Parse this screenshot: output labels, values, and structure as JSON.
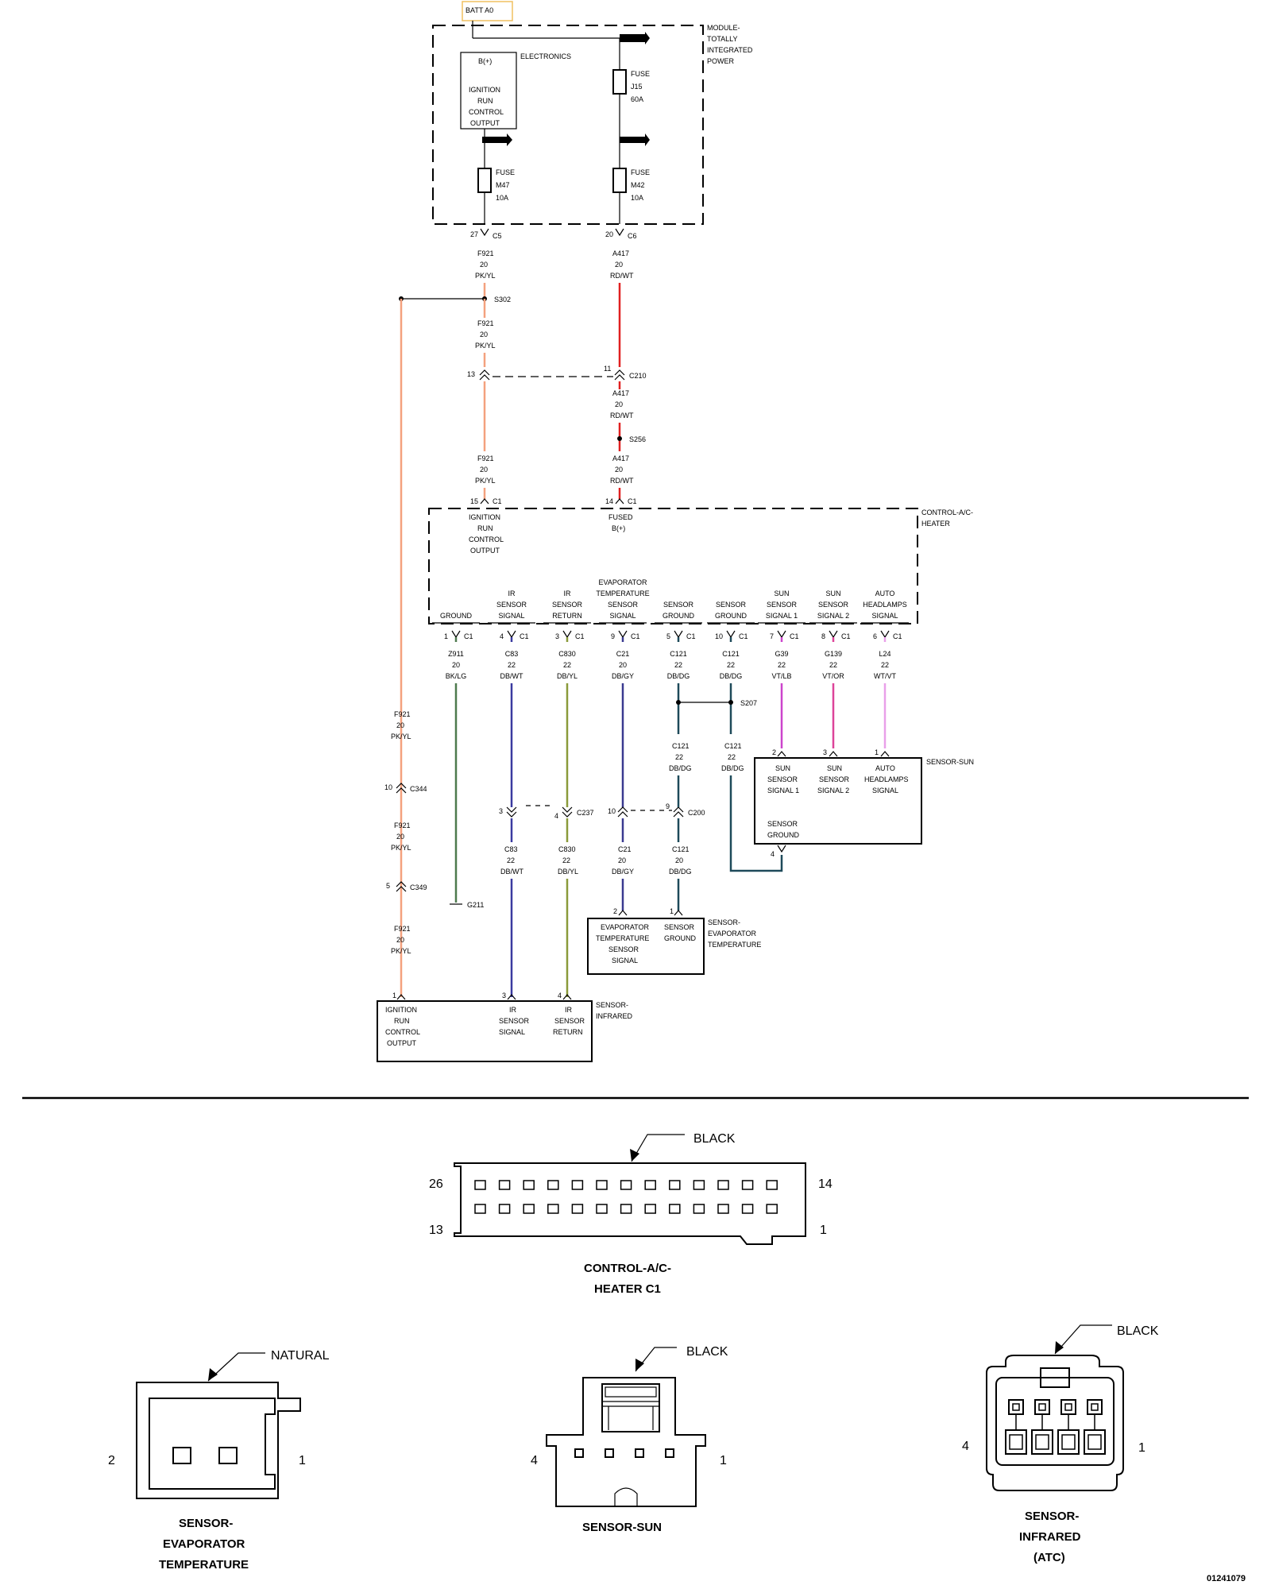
{
  "batt": "BATT A0",
  "tipm": {
    "name": [
      "MODULE-",
      "TOTALLY",
      "INTEGRATED",
      "POWER"
    ],
    "electronics": "ELECTRONICS",
    "bplus": "B(+)",
    "ign_out": [
      "IGNITION",
      "RUN",
      "CONTROL",
      "OUTPUT"
    ],
    "fuse_j15": [
      "FUSE",
      "J15",
      "60A"
    ],
    "fuse_m47": [
      "FUSE",
      "M47",
      "10A"
    ],
    "fuse_m42": [
      "FUSE",
      "M42",
      "10A"
    ]
  },
  "connectors": {
    "c5": "C5",
    "c5_pin": "27",
    "c6": "C6",
    "c6_pin": "20",
    "c210": "C210",
    "c210_l": "13",
    "c210_r": "11",
    "s302": "S302",
    "s256": "S256",
    "c1_15": "15",
    "c1_14": "14",
    "c1": "C1",
    "s207": "S207",
    "c344": "C344",
    "c344_pin": "10",
    "c349": "C349",
    "c349_pin": "5",
    "c237": "C237",
    "c237_l": "3",
    "c237_r": "4",
    "c200": "C200",
    "c200_l": "10",
    "c200_r": "9",
    "g211": "G211"
  },
  "wires": {
    "f921": [
      "F921",
      "20",
      "PK/YL"
    ],
    "a417": [
      "A417",
      "20",
      "RD/WT"
    ],
    "z911": [
      "Z911",
      "20",
      "BK/LG"
    ],
    "c83": [
      "C83",
      "22",
      "DB/WT"
    ],
    "c830": [
      "C830",
      "22",
      "DB/YL"
    ],
    "c21": [
      "C21",
      "20",
      "DB/GY"
    ],
    "c121": [
      "C121",
      "22",
      "DB/DG"
    ],
    "c121b": [
      "C121",
      "20",
      "DB/DG"
    ],
    "g39": [
      "G39",
      "22",
      "VT/LB"
    ],
    "g139": [
      "G139",
      "22",
      "VT/OR"
    ],
    "l24": [
      "L24",
      "22",
      "WT/VT"
    ]
  },
  "colors": {
    "pk_yl": "#f4a17e",
    "rd_wt": "#e02020",
    "bk_lg": "#4e7a4e",
    "db_wt": "#3a3aa0",
    "db_yl": "#8a9a3a",
    "db_gy": "#3a3a90",
    "db_dg": "#1e4a5a",
    "vt_lb": "#cc44cc",
    "vt_or": "#dd4499",
    "wt_vt": "#e9a0e9"
  },
  "control_module": {
    "name": [
      "CONTROL-A/C-",
      "HEATER"
    ],
    "ign": [
      "IGNITION",
      "RUN",
      "CONTROL",
      "OUTPUT"
    ],
    "fused": [
      "FUSED",
      "B(+)"
    ],
    "pins": [
      {
        "num": "1",
        "label": [
          "GROUND"
        ]
      },
      {
        "num": "4",
        "label": [
          "IR",
          "SENSOR",
          "SIGNAL"
        ]
      },
      {
        "num": "3",
        "label": [
          "IR",
          "SENSOR",
          "RETURN"
        ]
      },
      {
        "num": "9",
        "label": [
          "EVAPORATOR",
          "TEMPERATURE",
          "SENSOR",
          "SIGNAL"
        ]
      },
      {
        "num": "5",
        "label": [
          "SENSOR",
          "GROUND"
        ]
      },
      {
        "num": "10",
        "label": [
          "SENSOR",
          "GROUND"
        ]
      },
      {
        "num": "7",
        "label": [
          "SUN",
          "SENSOR",
          "SIGNAL 1"
        ]
      },
      {
        "num": "8",
        "label": [
          "SUN",
          "SENSOR",
          "SIGNAL 2"
        ]
      },
      {
        "num": "6",
        "label": [
          "AUTO",
          "HEADLAMPS",
          "SIGNAL"
        ]
      }
    ]
  },
  "sensor_sun": {
    "name": "SENSOR-SUN",
    "p2": "2",
    "p3": "3",
    "p1": "1",
    "p4": "4",
    "sig1": [
      "SUN",
      "SENSOR",
      "SIGNAL 1"
    ],
    "sig2": [
      "SUN",
      "SENSOR",
      "SIGNAL 2"
    ],
    "auto": [
      "AUTO",
      "HEADLAMPS",
      "SIGNAL"
    ],
    "gnd": [
      "SENSOR",
      "GROUND"
    ]
  },
  "sensor_evap": {
    "name": [
      "SENSOR-",
      "EVAPORATOR",
      "TEMPERATURE"
    ],
    "p2": "2",
    "p1": "1",
    "sig": [
      "EVAPORATOR",
      "TEMPERATURE",
      "SENSOR",
      "SIGNAL"
    ],
    "gnd": [
      "SENSOR",
      "GROUND"
    ]
  },
  "sensor_ir": {
    "name": [
      "SENSOR-",
      "INFRARED"
    ],
    "p1": "1",
    "p3": "3",
    "p4": "4",
    "ign": [
      "IGNITION",
      "RUN",
      "CONTROL",
      "OUTPUT"
    ],
    "sig": [
      "IR",
      "SENSOR",
      "SIGNAL"
    ],
    "ret": [
      "IR",
      "SENSOR",
      "RETURN"
    ]
  },
  "connector_views": {
    "c1": {
      "color": "BLACK",
      "title": [
        "CONTROL-A/C-",
        "HEATER C1"
      ],
      "p26": "26",
      "p14": "14",
      "p13": "13",
      "p1": "1"
    },
    "evap": {
      "color": "NATURAL",
      "title": [
        "SENSOR-",
        "EVAPORATOR",
        "TEMPERATURE"
      ],
      "p2": "2",
      "p1": "1"
    },
    "sun": {
      "color": "BLACK",
      "title": [
        "SENSOR-SUN"
      ],
      "p4": "4",
      "p1": "1"
    },
    "ir": {
      "color": "BLACK",
      "title": [
        "SENSOR-",
        "INFRARED",
        "(ATC)"
      ],
      "p4": "4",
      "p1": "1"
    }
  },
  "figure_id": "01241079"
}
